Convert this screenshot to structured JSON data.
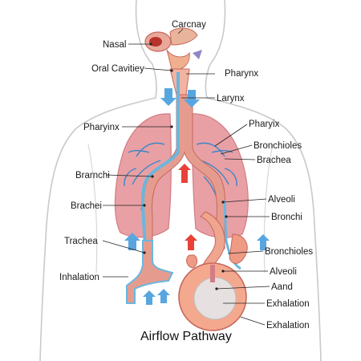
{
  "title": "Airflow Pathway",
  "colors": {
    "skin_outline": "#c9c9cf",
    "lung": "#e8a0a4",
    "lung_dark": "#d27d84",
    "airway": "#e59c8f",
    "airway_blue": "#6bb6dd",
    "arrow_blue": "#58a6e0",
    "arrow_red": "#e8413a",
    "bronchi_blue": "#3a86c8"
  },
  "labels": {
    "carcnay": "Carcnay",
    "nasal": "Nasal",
    "oral_cavitiey": "Oral Cavitiey",
    "pharynx_top": "Pharynx",
    "larynx": "Larynx",
    "pharyinx": "Pharyinx",
    "pharyix": "Pharyix",
    "bronchioles_top": "Bronchioles",
    "brachea_right": "Brachea",
    "brarnchi": "Brarnchi",
    "alveoli_top": "Alveoli",
    "brachei": "Brachei",
    "bronchi": "Bronchi",
    "trachea": "Trachea",
    "bronchioles_low": "Bronchioles",
    "alveoli_low": "Alveoli",
    "inhalation": "Inhalation",
    "aand": "Aand",
    "exhalation_1": "Exhalation",
    "exhalation_2": "Exhalation"
  }
}
